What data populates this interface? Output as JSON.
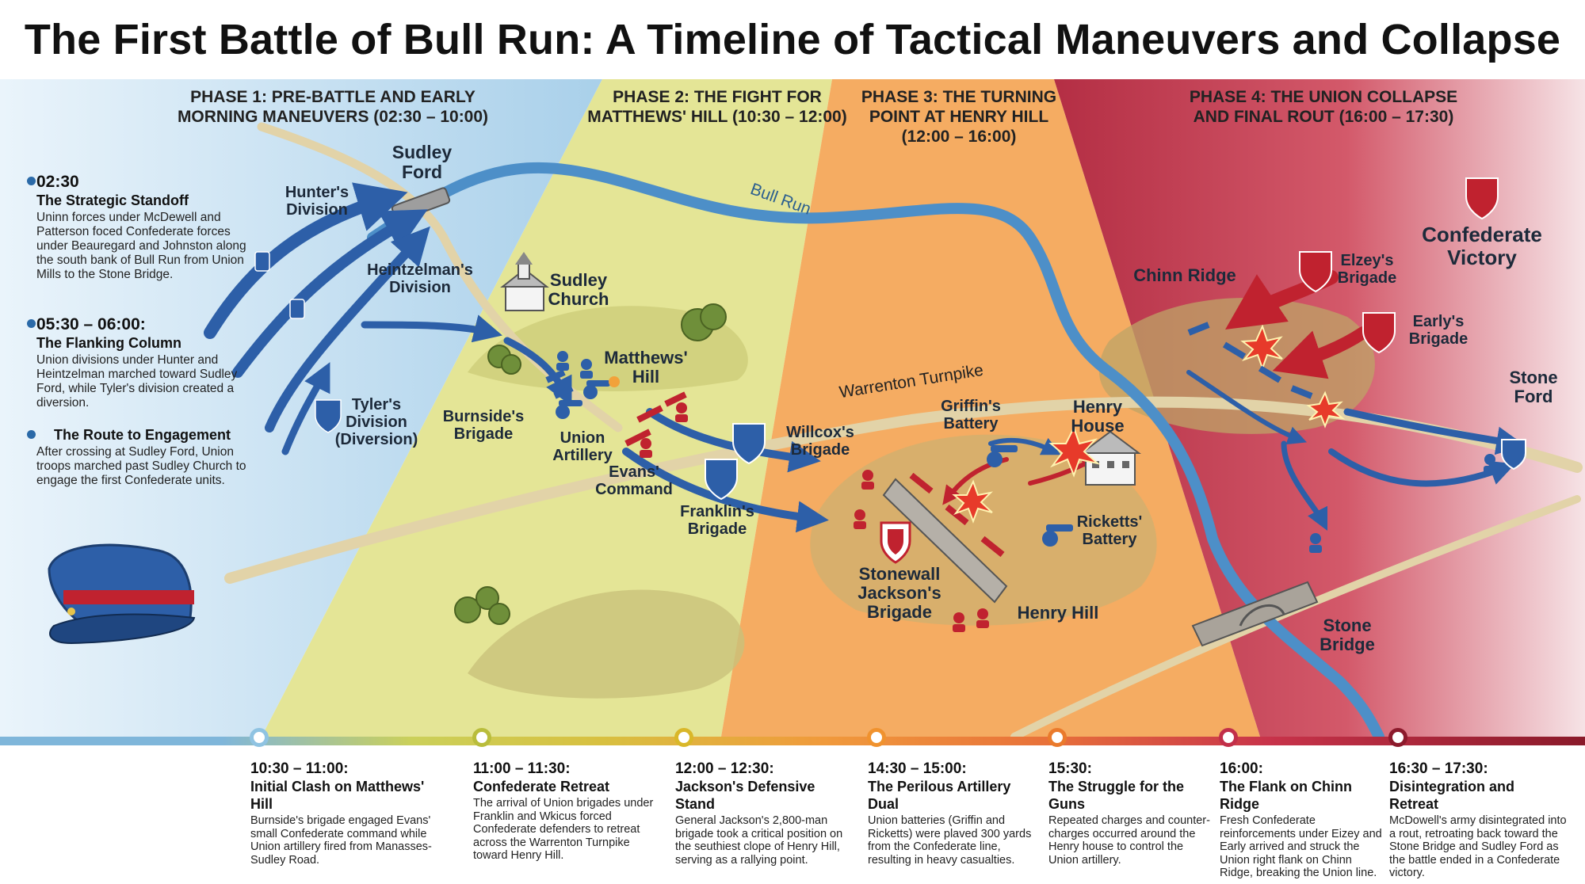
{
  "title": "The First Battle of Bull Run: A Timeline of Tactical Maneuvers and Collapse",
  "phases": [
    {
      "label": "PHASE 1: PRE-BATTLE AND EARLY\nMORNING MANEUVERS (02:30 – 10:00)",
      "color": "#b7d8ee"
    },
    {
      "label": "PHASE 2: THE FIGHT FOR\nMATTHEWS' HILL (10:30 – 12:00)",
      "color": "#e6e79a"
    },
    {
      "label": "PHASE 3: THE TURNING\nPOINT AT HENRY HILL\n(12:00 – 16:00)",
      "color": "#f6b36a"
    },
    {
      "label": "PHASE 4: THE UNION COLLAPSE\nAND FINAL ROUT (16:00 – 17:30)",
      "color": "#c8394c"
    }
  ],
  "sidebar_notes": [
    {
      "time": "02:30",
      "heading": "The Strategic Standoff",
      "text": "Uninn forces under McDewell and Patterson foced Confederate forces under Beauregard and Johnston along the south bank of Bull Run from Union Mills to the Stone Bridge."
    },
    {
      "time": "05:30 – 06:00:",
      "heading": "The Flanking Column",
      "text": "Union divisions under Hunter and Heintzelman marched toward Sudley Ford, while Tyler's division created a diversion."
    },
    {
      "time": "",
      "heading": "The Route to Engagement",
      "text": "After crossing at Sudley Ford, Union troops marched past Sudley Church to engage the first Confederate units."
    }
  ],
  "map_labels": {
    "sudley_ford": "Sudley\nFord",
    "hunters_division": "Hunter's\nDivision",
    "heintzelmans_division": "Heintzelman's\nDivision",
    "tylers_division": "Tyler's\nDivision\n(Diversion)",
    "bull_run": "Bull Run",
    "sudley_church": "Sudley\nChurch",
    "matthews_hill": "Matthews'\nHill",
    "burnsides_brigade": "Burnside's\nBrigade",
    "union_artillery": "Union\nArtillery",
    "evans_command": "Evans'\nCommand",
    "franklins_brigade": "Franklin's\nBrigade",
    "willcox_brigade": "Willcox's\nBrigade",
    "warrenton_turnpike": "Warrenton Turnpike",
    "griffins_battery": "Griffin's\nBattery",
    "henry_house": "Henry\nHouse",
    "ricketts_battery": "Ricketts'\nBattery",
    "stonewall_brigade": "Stonewall\nJackson's\nBrigade",
    "henry_hill": "Henry Hill",
    "chinn_ridge": "Chinn Ridge",
    "elzeys_brigade": "Elzey's\nBrigade",
    "earlys_brigade": "Early's\nBrigade",
    "confederate_victory": "Confederate\nVictory",
    "stone_ford": "Stone\nFord",
    "stone_bridge": "Stone\nBridge"
  },
  "timeline": [
    {
      "time": "10:30 – 11:00:",
      "heading": "Initial Clash on Matthews' Hill",
      "text": "Burnside's brigade engaged Evans' small Confederate command while Union artillery fired from Manasses-Sudley Road.",
      "color": "#8fc3e2"
    },
    {
      "time": "11:00 – 11:30:",
      "heading": "Confederate Retreat",
      "text": "The arrival of Union brigades under Franklin and Wkicus forced Confederate defenders to retreat across the Warrenton Turnpike toward Henry Hill.",
      "color": "#b9bd3c"
    },
    {
      "time": "12:00 – 12:30:",
      "heading": "Jackson's Defensive Stand",
      "text": "General Jackson's 2,800-man brigade took a critical position on the seuthiest clope of Henry Hill, serving as a rallying point.",
      "color": "#d9b729"
    },
    {
      "time": "14:30 – 15:00:",
      "heading": "The Perilous Artillery Dual",
      "text": "Union batteries (Griffin and Ricketts) were plaved 300 yards from the Confederate line, resulting in heavy casualties.",
      "color": "#f0922e"
    },
    {
      "time": "15:30:",
      "heading": "The Struggle for the Guns",
      "text": "Repeated charges and counter-charges occurred around the Henry house to control the Union artillery.",
      "color": "#ea7a2c"
    },
    {
      "time": "16:00:",
      "heading": "The Flank on Chinn Ridge",
      "text": "Fresh Confederate reinforcements under Eizey and Early arrived and struck the Union right flank on Chinn Ridge, breaking the Union line.",
      "color": "#c22f49"
    },
    {
      "time": "16:30 – 17:30:",
      "heading": "Disintegration and Retreat",
      "text": "McDowell's army disintegrated into a rout, retroating back toward the Stone Bridge and Sudley Ford as the battle ended in a Confederate victory.",
      "color": "#8c1a2c"
    }
  ],
  "colors": {
    "union": "#2d5fa8",
    "confederate": "#c0222f",
    "river": "#4d8fc8",
    "road": "#d9c9a0"
  }
}
